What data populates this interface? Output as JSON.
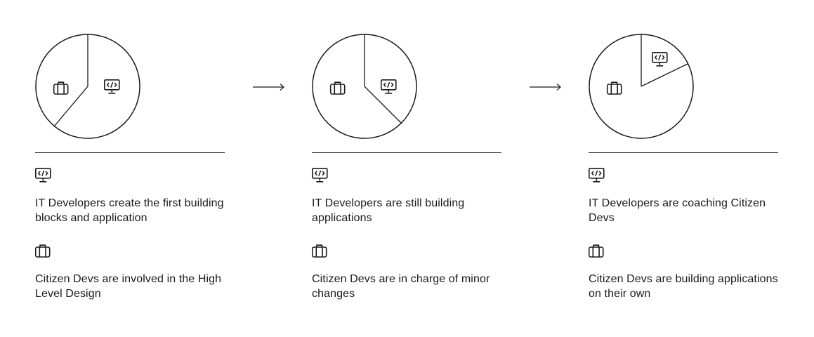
{
  "stages": [
    {
      "it_text": "IT Developers create the first building blocks and application",
      "citizen_text": "Citizen Devs are involved in the High Level Design"
    },
    {
      "it_text": "IT Developers are still building applications",
      "citizen_text": "Citizen Devs are in charge of minor changes"
    },
    {
      "it_text": "IT Developers are coaching Citizen Devs",
      "citizen_text": "Citizen Devs are building applications on their own"
    }
  ],
  "icons": {
    "it": "monitor-code-icon",
    "citizen": "briefcase-icon",
    "arrow": "arrow-right-icon"
  },
  "colors": {
    "stroke": "#1a1a1a",
    "text": "#1a1a1a"
  }
}
